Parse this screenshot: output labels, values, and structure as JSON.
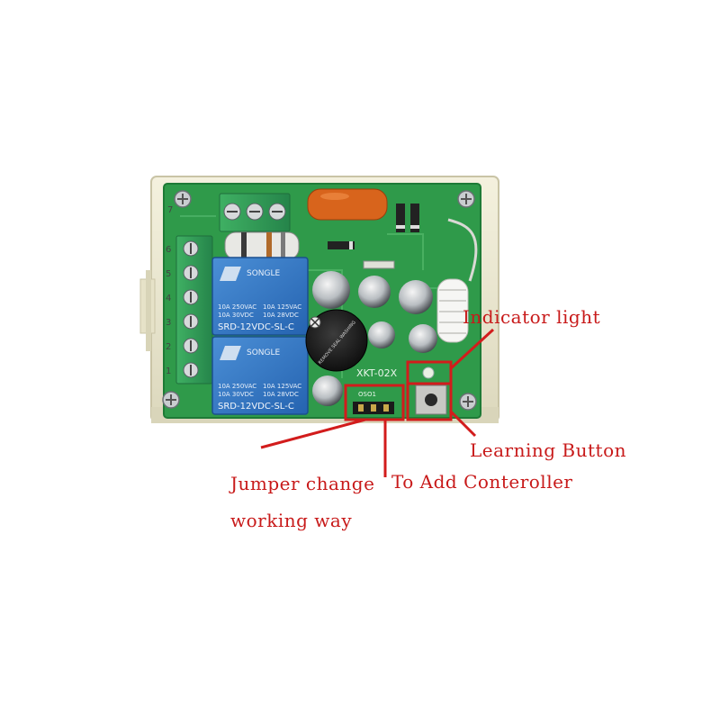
{
  "colors": {
    "pcb": "#2f9a4a",
    "case": "#f0ecd2",
    "relay": "#2e78c8",
    "terminal": "#3aa05a",
    "annotation": "#d21c1c"
  },
  "relays": [
    {
      "brand": "SONGLE",
      "rating_left": "10A 250VAC",
      "rating_left2": "10A 30VDC",
      "rating_right": "10A 125VAC",
      "rating_right2": "10A 28VDC",
      "model": "SRD-12VDC-SL-C"
    },
    {
      "brand": "SONGLE",
      "rating_left": "10A 250VAC",
      "rating_left2": "10A 30VDC",
      "rating_right": "10A 125VAC",
      "rating_right2": "10A 28VDC",
      "model": "SRD-12VDC-SL-C"
    }
  ],
  "terminal_numbers_left": [
    "6",
    "5",
    "4",
    "3",
    "2",
    "1"
  ],
  "terminal_number_top": "7",
  "board_label": "XKT-02X",
  "buzzer_text": "REMOVE SEAL WASHING",
  "jumper_label": "OSO1",
  "callouts": {
    "indicator_light": "Indicator light",
    "learning_button": "Learning Button",
    "jumper_line1": "Jumper change",
    "jumper_line2": "working  way",
    "add_controller": "To Add Conteroller"
  }
}
